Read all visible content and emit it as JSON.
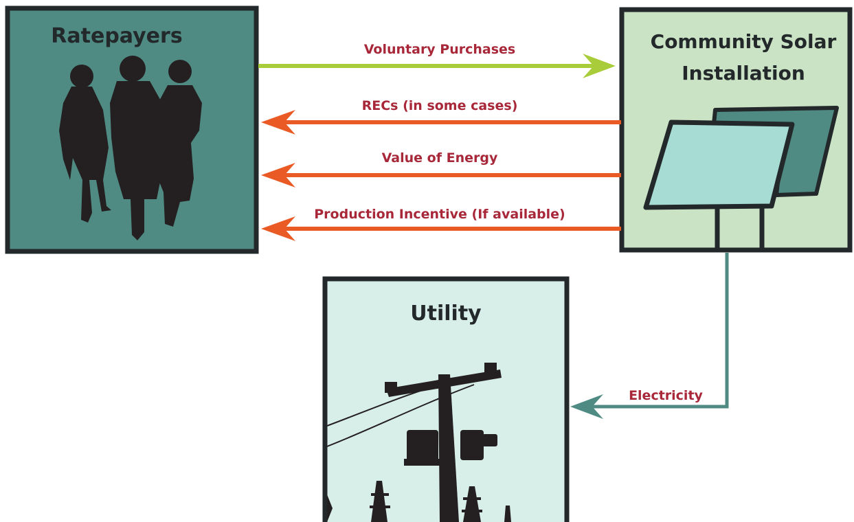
{
  "boxes": {
    "ratepayers": {
      "title": "Ratepayers"
    },
    "community_solar": {
      "title_line1": "Community Solar",
      "title_line2": "Installation"
    },
    "utility": {
      "title": "Utility"
    }
  },
  "arrows": {
    "voluntary_purchases": "Voluntary Purchases",
    "recs": "RECs (in some cases)",
    "value_of_energy": "Value of Energy",
    "production_incentive": "Production Incentive (If available)",
    "electricity": "Electricity"
  },
  "colors": {
    "ratepayers_fill": "#4f8b83",
    "solar_fill": "#cae3c4",
    "utility_fill": "#d8eee8",
    "border": "#23282b",
    "green_arrow": "#a9cc3a",
    "orange_arrow": "#ea5a24",
    "teal_arrow": "#4f8b83",
    "label_text": "#a8283a",
    "panel_front": "#a6dcd4",
    "panel_back": "#4f8b83"
  },
  "icons": [
    "people-silhouette-icon",
    "solar-panel-icon",
    "utility-pole-icon"
  ]
}
